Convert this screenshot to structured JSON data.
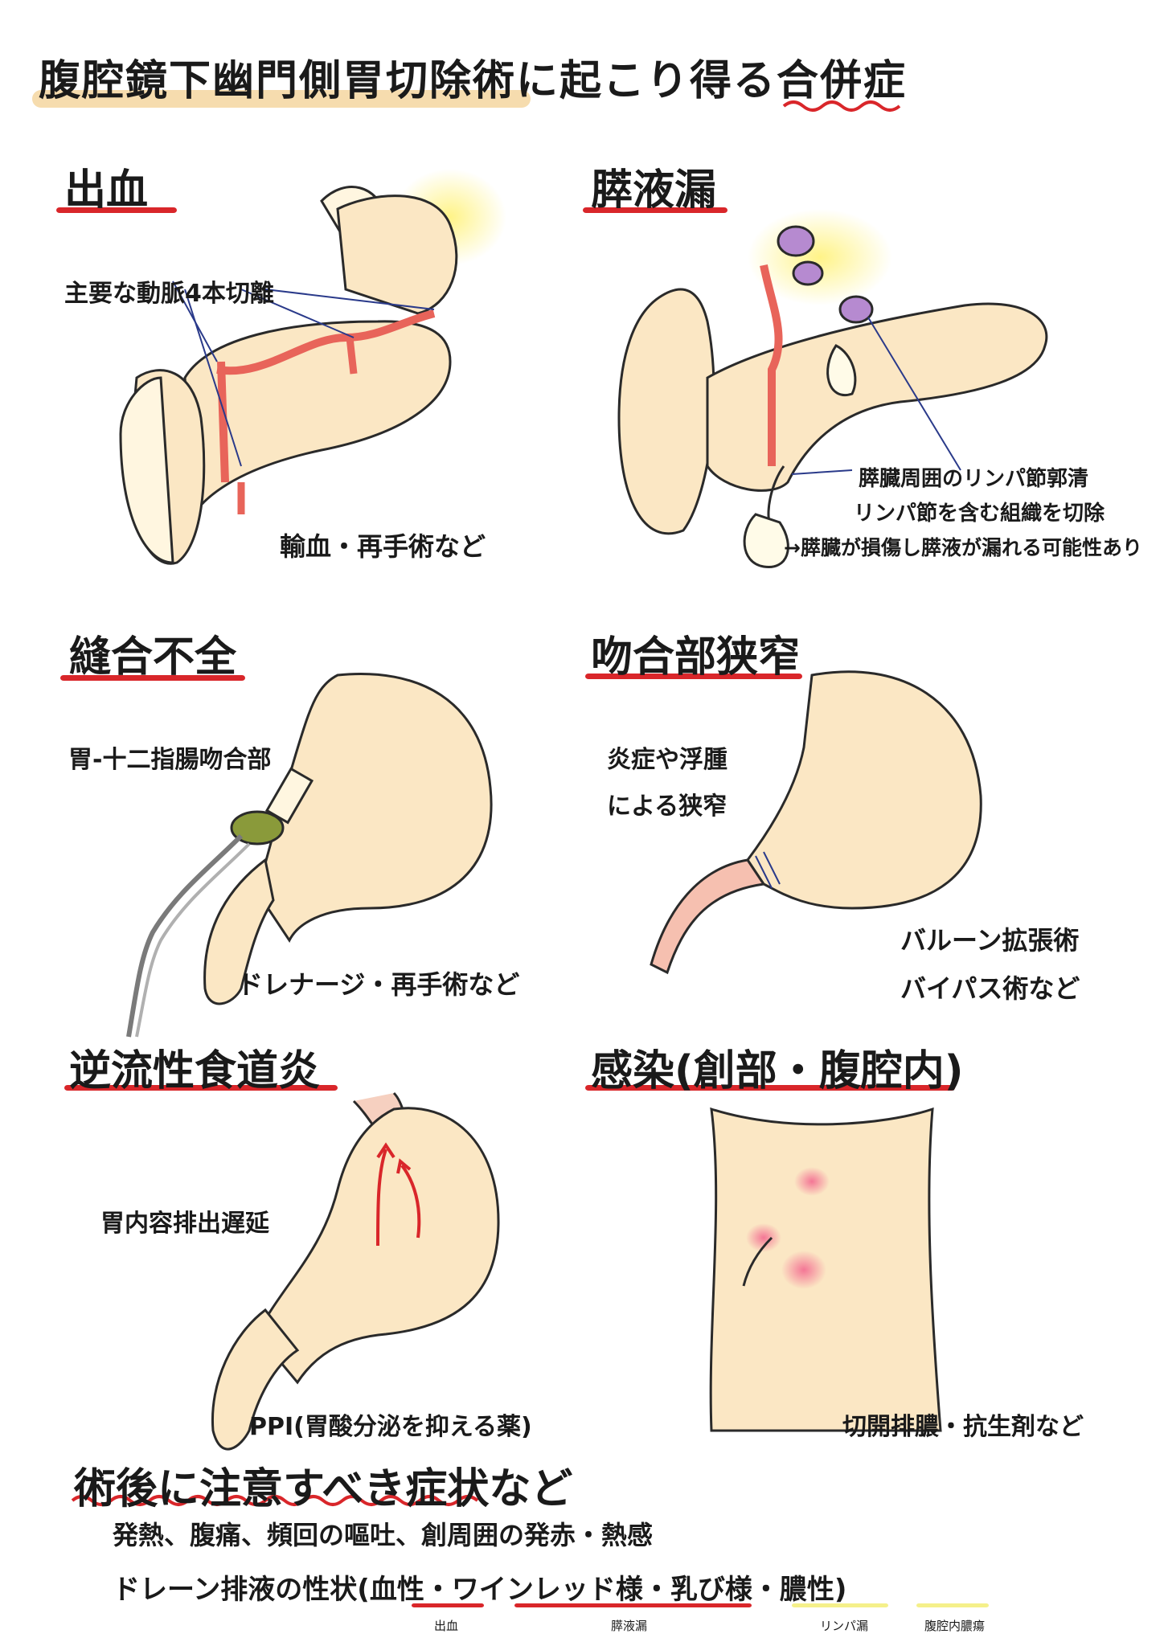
{
  "title": "腹腔鏡下幽門側胃切除術に起こり得る合併症",
  "sections": {
    "bleeding": {
      "heading": "出血",
      "label_arteries": "主要な動脈4本切離",
      "treatment": "輸血・再手術など"
    },
    "pancreatic": {
      "heading": "膵液漏",
      "note1": "膵臓周囲のリンパ節郭清",
      "note2": "リンパ節を含む組織を切除",
      "note3": "→膵臓が損傷し膵液が漏れる可能性あり"
    },
    "leak": {
      "heading": "縫合不全",
      "label_site": "胃-十二指腸吻合部",
      "treatment": "ドレナージ・再手術など"
    },
    "stenosis": {
      "heading": "吻合部狭窄",
      "cause1": "炎症や浮腫",
      "cause2": "による狭窄",
      "treatment1": "バルーン拡張術",
      "treatment2": "バイパス術など"
    },
    "reflux": {
      "heading": "逆流性食道炎",
      "cause": "胃内容排出遅延",
      "treatment": "PPI(胃酸分泌を抑える薬)"
    },
    "infection": {
      "heading": "感染(創部・腹腔内)",
      "treatment": "切開排膿・抗生剤など"
    }
  },
  "postop": {
    "heading": "術後に注意すべき症状など",
    "line1": "発熱、腹痛、頻回の嘔吐、創周囲の発赤・熱感",
    "line2_prefix": "ドレーン排液の性状(",
    "item1": "血性",
    "sep1": "・",
    "item2": "ワインレッド様",
    "sep2": "・",
    "item3": "乳び様",
    "sep3": "・",
    "item4": "膿性",
    "line2_suffix": ")",
    "tag1": "出血",
    "tag2": "膵液漏",
    "tag3": "リンパ漏",
    "tag4": "腹腔内膿瘍"
  },
  "colors": {
    "accent_red": "#d9262a",
    "highlight": "#f6dcae",
    "organ_fill": "#fbe7c4",
    "artery": "#e8645a",
    "yellow_hl": "#f5f08a"
  }
}
